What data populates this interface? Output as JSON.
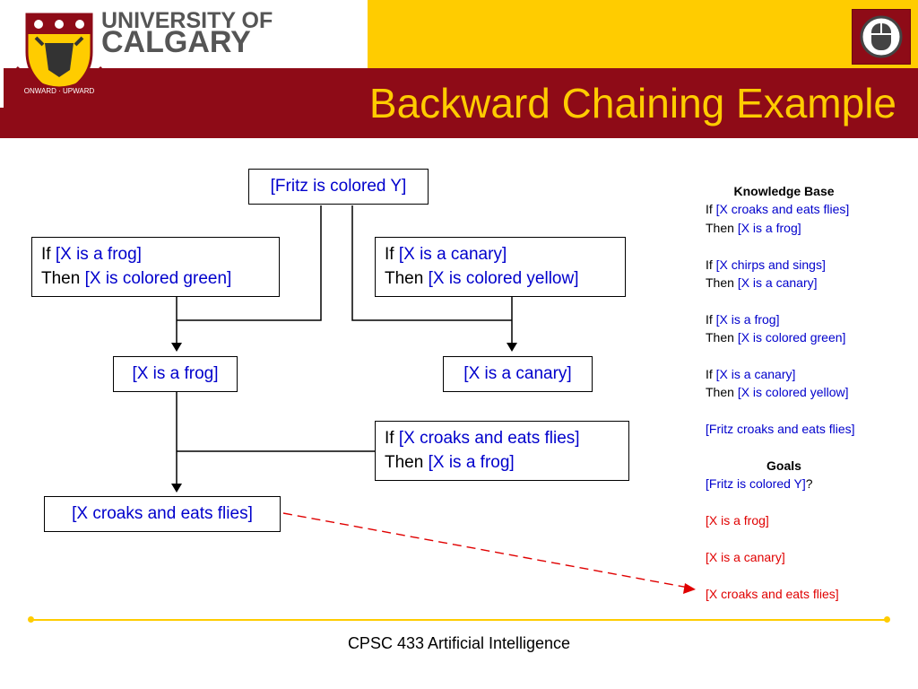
{
  "header": {
    "university_line1": "UNIVERSITY OF",
    "university_line2": "CALGARY",
    "title": "Backward Chaining Example",
    "crest_motto": "ONWARD · UPWARD",
    "colors": {
      "gold": "#ffcc00",
      "red": "#8e0b17",
      "gray": "#555555"
    }
  },
  "diagram": {
    "goal_box": "[Fritz is colored Y]",
    "rule_frog_green": {
      "if": "If ",
      "cond": "[X is a frog]",
      "then": "Then ",
      "concl": "[X is colored green]"
    },
    "rule_canary_yellow": {
      "if": "If ",
      "cond": "[X is a canary]",
      "then": "Then ",
      "concl": "[X is colored yellow]"
    },
    "frog_box": "[X is a frog]",
    "canary_box": "[X is a canary]",
    "rule_croaks_frog": {
      "if": "If ",
      "cond": "[X croaks and eats flies]",
      "then": "Then ",
      "concl": "[X is a frog]"
    },
    "croaks_box": "[X croaks and eats flies]"
  },
  "knowledge_base": {
    "heading": "Knowledge Base",
    "rules": [
      {
        "if": "If ",
        "cond": "[X croaks and eats flies]",
        "then": "Then ",
        "concl": "[X is a frog]"
      },
      {
        "if": "If ",
        "cond": "[X chirps and sings]",
        "then": "Then ",
        "concl": "[X is a canary]"
      },
      {
        "if": "If ",
        "cond": "[X is a frog]",
        "then": "Then ",
        "concl": "[X is colored green]"
      },
      {
        "if": "If ",
        "cond": "[X is a canary]",
        "then": "Then ",
        "concl": "[X is colored yellow]"
      }
    ],
    "fact": "[Fritz croaks and eats flies]"
  },
  "goals": {
    "heading": "Goals",
    "first": "[Fritz is colored Y]",
    "first_suffix": "?",
    "items": [
      "[X is a frog]",
      "[X is a canary]",
      "[X croaks and eats flies]"
    ]
  },
  "footer": {
    "text": "CPSC 433 Artificial Intelligence"
  }
}
